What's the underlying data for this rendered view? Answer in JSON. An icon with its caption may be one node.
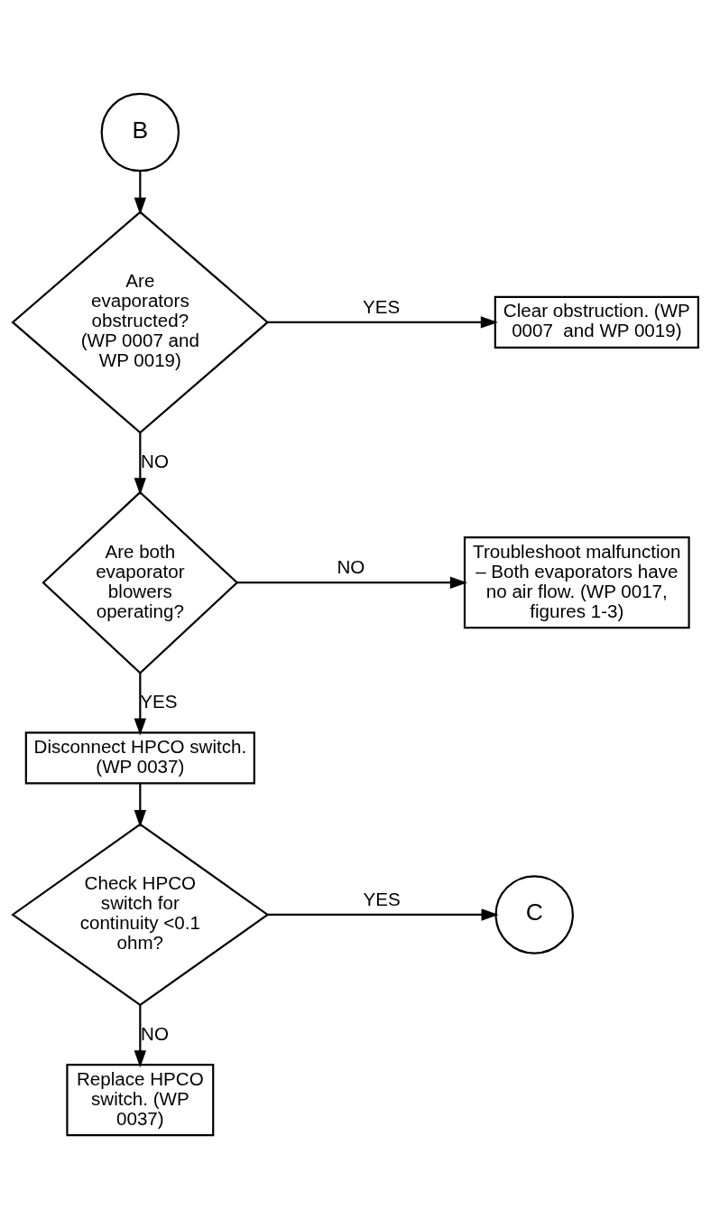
{
  "diagram": {
    "nodes": [
      {
        "text": [
          "B"
        ]
      },
      {
        "text": [
          "Are evaporators obstructed? (WP 0007 and WP 0019)"
        ]
      },
      {
        "text": [
          "Clear obstruction. (WP 0007  and WP 0019)"
        ]
      },
      {
        "text": [
          "Are both evaporator blowers operating?"
        ]
      },
      {
        "text": [
          "Troubleshoot malfunction – Both evaporators have no air flow. (WP 0017, figures 1-3)"
        ]
      },
      {
        "text": [
          "Disconnect HPCO switch. (WP 0037)"
        ]
      },
      {
        "text": [
          "Check HPCO switch for continuity <0.1 ohm?"
        ]
      },
      {
        "text": [
          "C"
        ]
      },
      {
        "text": [
          "Replace HPCO switch. (WP 0037)"
        ]
      }
    ],
    "edges": [
      {
        "from": 0,
        "to": 1,
        "arrow": "to"
      },
      {
        "from": 1,
        "to": 2,
        "arrow": "to",
        "label": "YES"
      },
      {
        "from": 1,
        "to": 3,
        "arrow": "to",
        "label": "NO"
      },
      {
        "from": 3,
        "to": 4,
        "arrow": "to",
        "label": "NO"
      },
      {
        "from": 3,
        "to": 5,
        "arrow": "to",
        "label": "YES"
      },
      {
        "from": 5,
        "to": 6,
        "arrow": "to"
      },
      {
        "from": 6,
        "to": 7,
        "arrow": "to",
        "label": "YES"
      },
      {
        "from": 6,
        "to": 8,
        "arrow": "to",
        "label": "NO"
      }
    ]
  }
}
